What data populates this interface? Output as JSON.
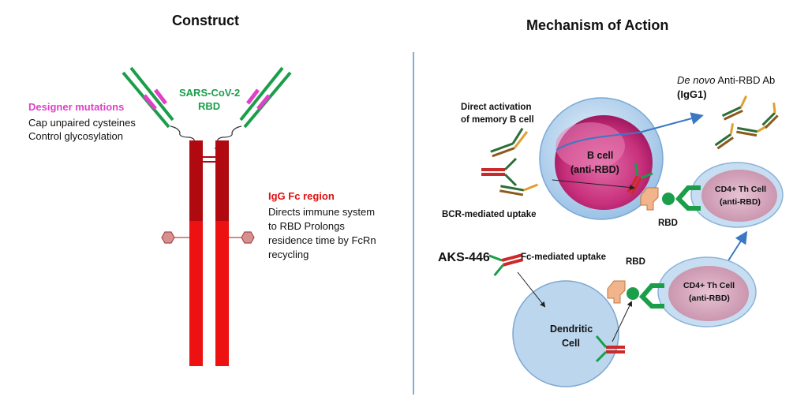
{
  "left_panel": {
    "title": "Construct",
    "designer_mutations": "Designer mutations",
    "cap_cysteines": "Cap unpaired cysteines",
    "control_glyco": "Control glycosylation",
    "rbd_label_1": "SARS-CoV-2",
    "rbd_label_2": "RBD",
    "fc_region": "IgG Fc region",
    "fc_desc_1": "Directs immune system",
    "fc_desc_2": "to RBD Prolongs",
    "fc_desc_3": "residence time by FcRn",
    "fc_desc_4": "recycling"
  },
  "right_panel": {
    "title": "Mechanism of Action",
    "de_novo_italic": "De novo",
    "de_novo_rest": " Anti-RBD Ab",
    "igg1": "(IgG1)",
    "direct_activation_1": "Direct activation",
    "direct_activation_2": "of memory B cell",
    "b_cell_1": "B cell",
    "b_cell_2": "(anti-RBD)",
    "bcr_uptake": "BCR-mediated uptake",
    "rbd_top": "RBD",
    "th_cell_top_1": "CD4+ Th Cell",
    "th_cell_top_2": "(anti-RBD)",
    "aks": "AKS-446",
    "fc_uptake": "Fc-mediated uptake",
    "rbd_bottom": "RBD",
    "th_cell_bottom_1": "CD4+ Th Cell",
    "th_cell_bottom_2": "(anti-RBD)",
    "dendritic_1": "Dendritic",
    "dendritic_2": "Cell"
  },
  "colors": {
    "rbd_green": "#1a9e4a",
    "mutation_pink": "#e040c8",
    "fc_dark_red": "#b00a10",
    "fc_red": "#ee1111",
    "cell_blue": "#bcd6ee",
    "bcell_pink": "#d24a8e",
    "divider_blue": "#5a8fc8"
  }
}
